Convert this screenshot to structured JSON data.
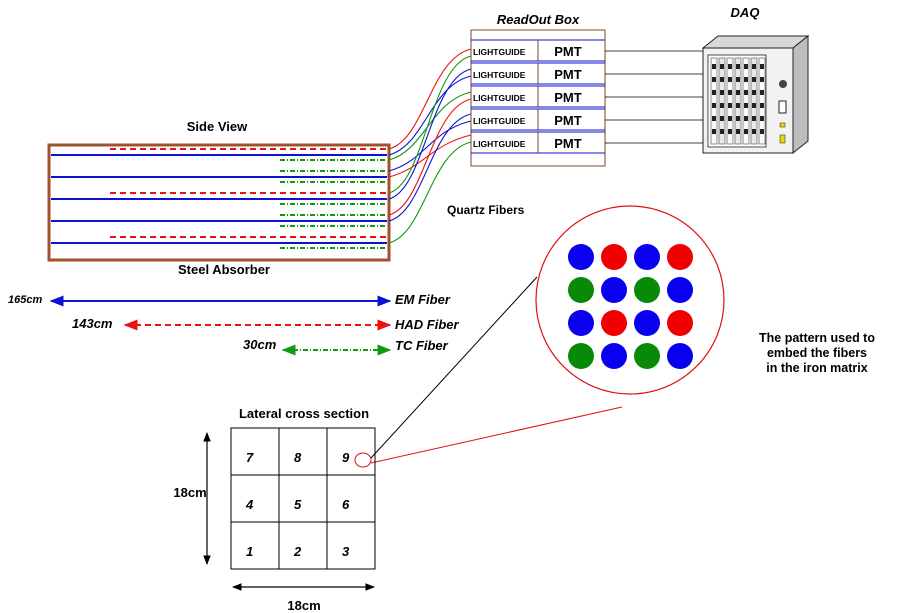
{
  "colors": {
    "absorber": "#a0522d",
    "em_fiber": "#1010d0",
    "had_fiber": "#ee1111",
    "tc_fiber": "#119911",
    "border": "#000000"
  },
  "side_view": {
    "title": "Side View",
    "absorber_label": "Steel Absorber",
    "fibers_label": "Quartz Fibers"
  },
  "readout_box": {
    "title": "ReadOut Box",
    "rows": [
      {
        "lightguide": "LIGHTGUIDE",
        "pmt": "PMT"
      },
      {
        "lightguide": "LIGHTGUIDE",
        "pmt": "PMT"
      },
      {
        "lightguide": "LIGHTGUIDE",
        "pmt": "PMT"
      },
      {
        "lightguide": "LIGHTGUIDE",
        "pmt": "PMT"
      },
      {
        "lightguide": "LIGHTGUIDE",
        "pmt": "PMT"
      }
    ]
  },
  "daq": {
    "title": "DAQ",
    "icon": "daq-crate-icon"
  },
  "legend": [
    {
      "length": "165cm",
      "name": "EM Fiber",
      "color": "#1010d0"
    },
    {
      "length": "143cm",
      "name": "HAD Fiber",
      "color": "#ee1111"
    },
    {
      "length": "30cm",
      "name": "TC Fiber",
      "color": "#119911"
    }
  ],
  "pattern": {
    "caption": [
      "The pattern used to",
      "embed the fibers",
      "in the iron matrix"
    ],
    "grid": [
      [
        "blue",
        "red",
        "blue",
        "red"
      ],
      [
        "green",
        "blue",
        "green",
        "blue"
      ],
      [
        "blue",
        "red",
        "blue",
        "red"
      ],
      [
        "green",
        "blue",
        "green",
        "blue"
      ]
    ]
  },
  "cross_section": {
    "title": "Lateral cross section",
    "cells": [
      [
        "7",
        "8",
        "9"
      ],
      [
        "4",
        "5",
        "6"
      ],
      [
        "1",
        "2",
        "3"
      ]
    ],
    "height_label": "18cm",
    "width_label": "18cm"
  }
}
